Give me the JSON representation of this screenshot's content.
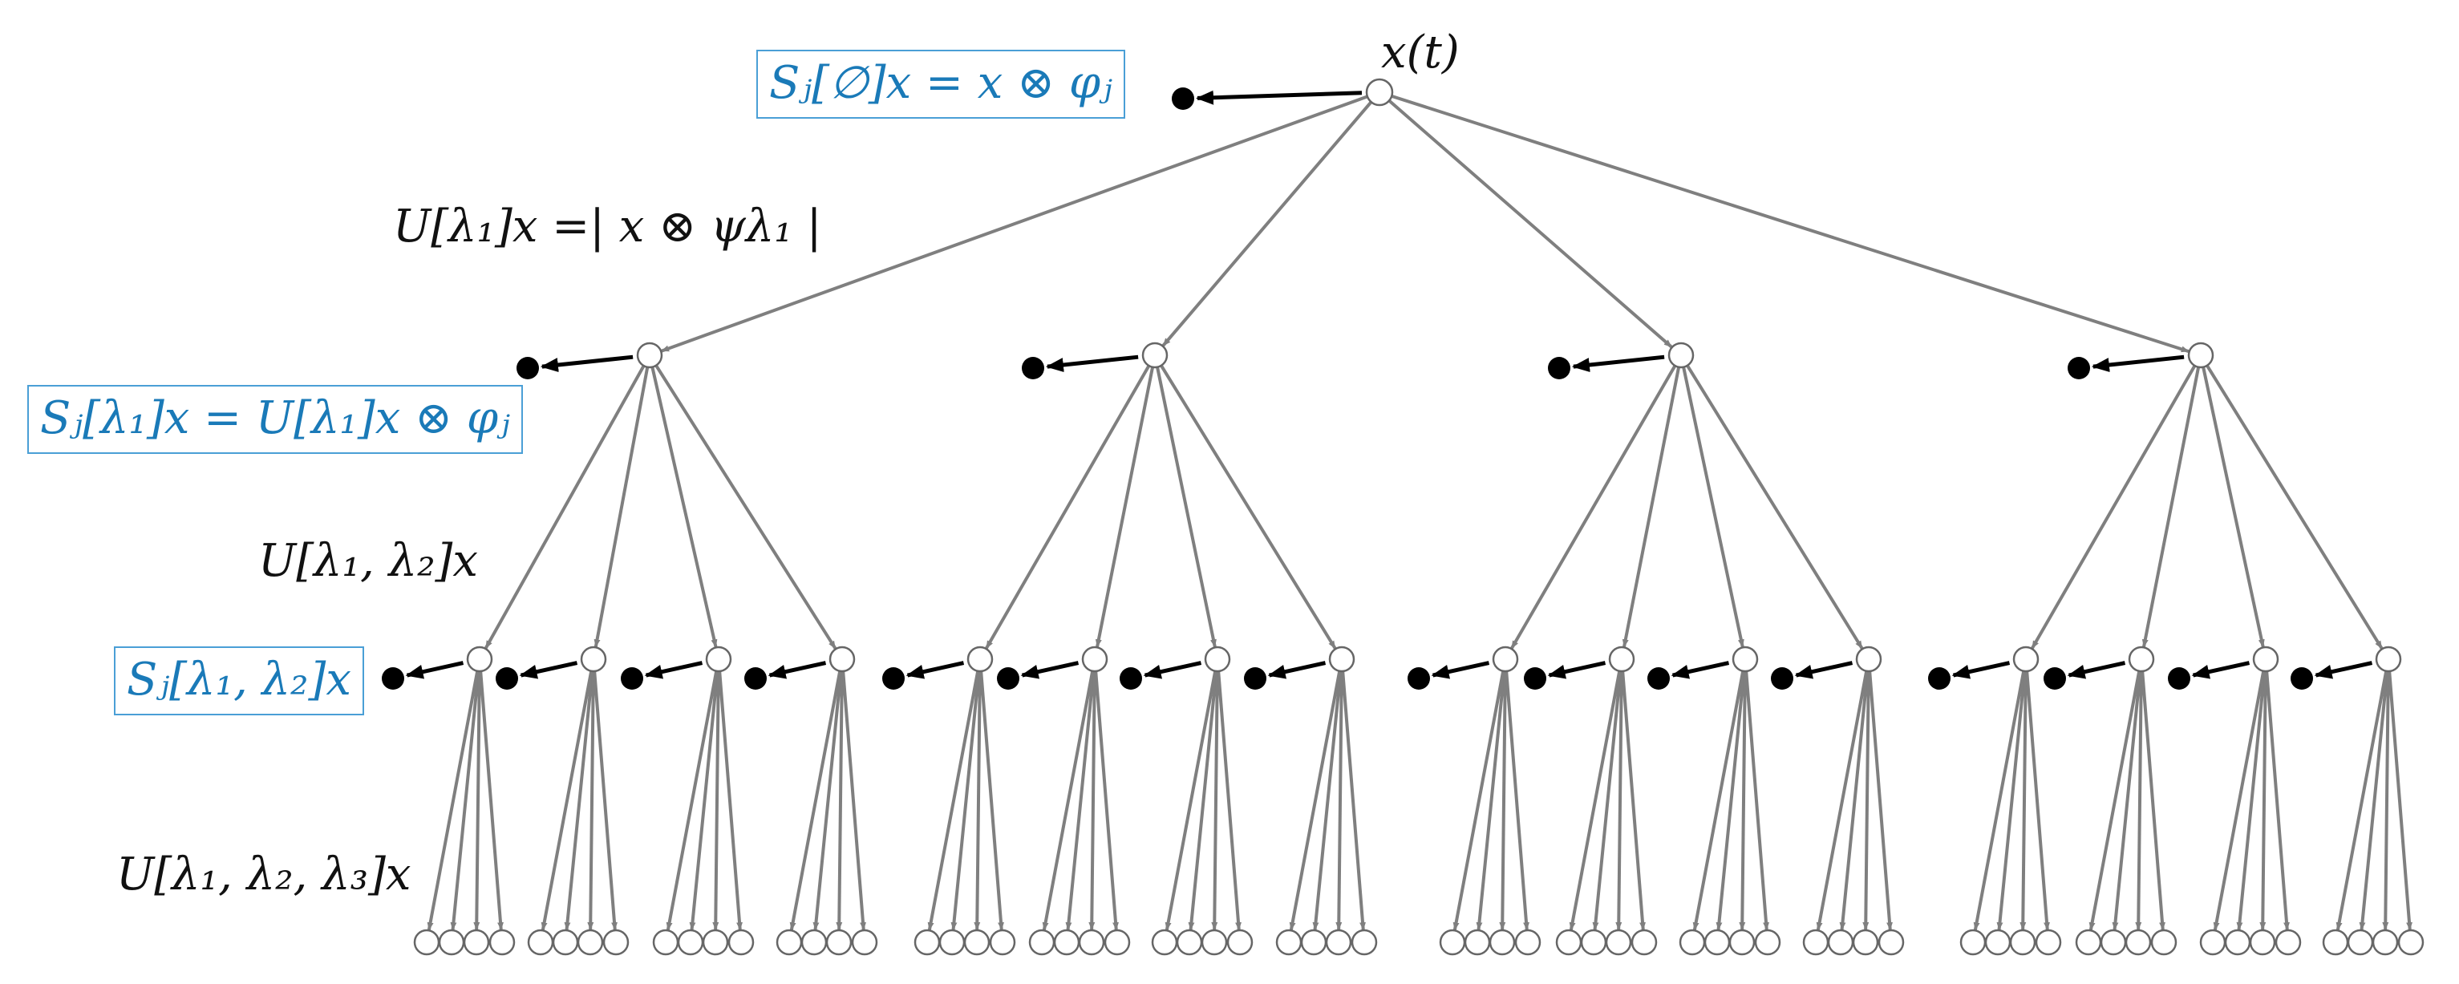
{
  "colors": {
    "edge": "#7f7f7f",
    "output_arrow": "#000000",
    "output_dot": "#000000",
    "node_stroke": "#666666",
    "node_fill": "#ffffff",
    "boxed_text": "#1a7ab8",
    "box_border": "#4a9fd6",
    "plain_text": "#111111"
  },
  "root": {
    "label": "x(t)"
  },
  "labels": {
    "s0": "Sⱼ[∅]x = x ⊗ φⱼ",
    "u1": "U[λ₁]x =| x ⊗ ψλ₁ |",
    "s1": "Sⱼ[λ₁]x = U[λ₁]x ⊗ φⱼ",
    "u2": "U[λ₁, λ₂]x",
    "s2": "Sⱼ[λ₁, λ₂]x",
    "u3": "U[λ₁, λ₂, λ₃]x"
  },
  "tree": {
    "branching": 4,
    "depth": 3,
    "outputs_on_levels": [
      0,
      1,
      2
    ]
  }
}
